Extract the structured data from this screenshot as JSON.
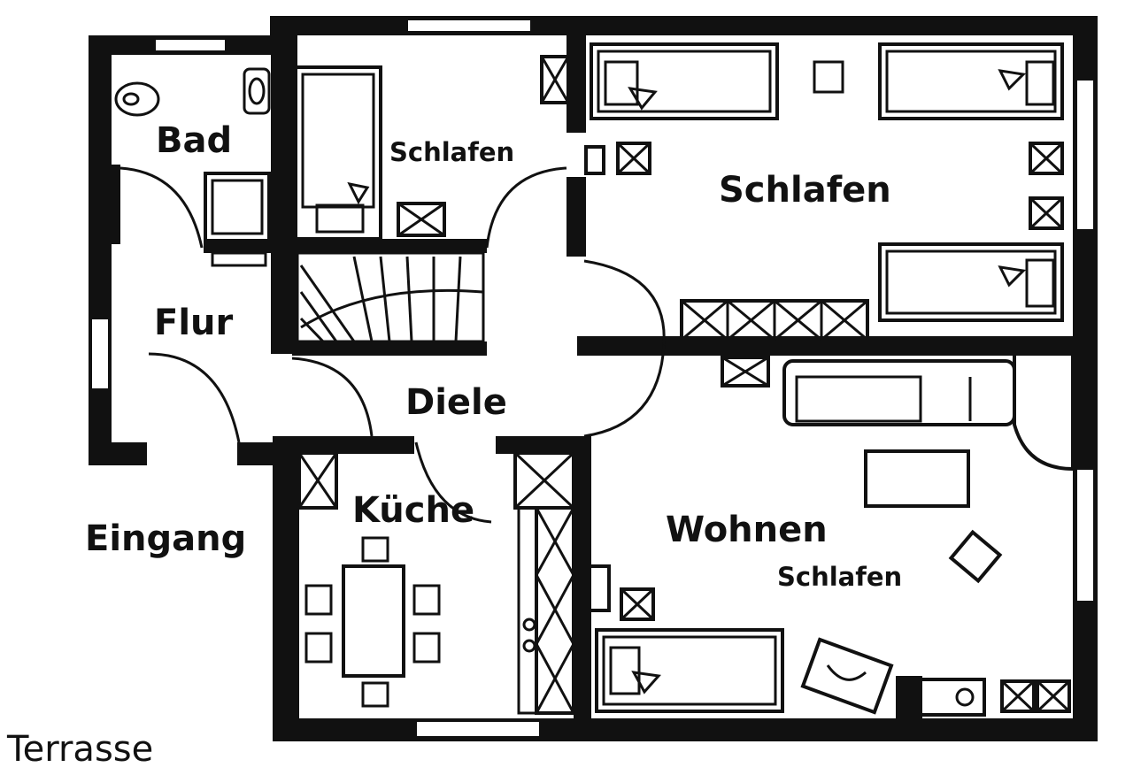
{
  "floorplan": {
    "rooms": {
      "bad": "Bad",
      "schlafen_small": "Schlafen",
      "schlafen_large": "Schlafen",
      "flur": "Flur",
      "diele": "Diele",
      "kueche": "Küche",
      "wohnen": "Wohnen",
      "wohnen_schlafen": "Schlafen"
    },
    "outside": {
      "eingang": "Eingang",
      "terrasse": "Terrasse"
    }
  }
}
